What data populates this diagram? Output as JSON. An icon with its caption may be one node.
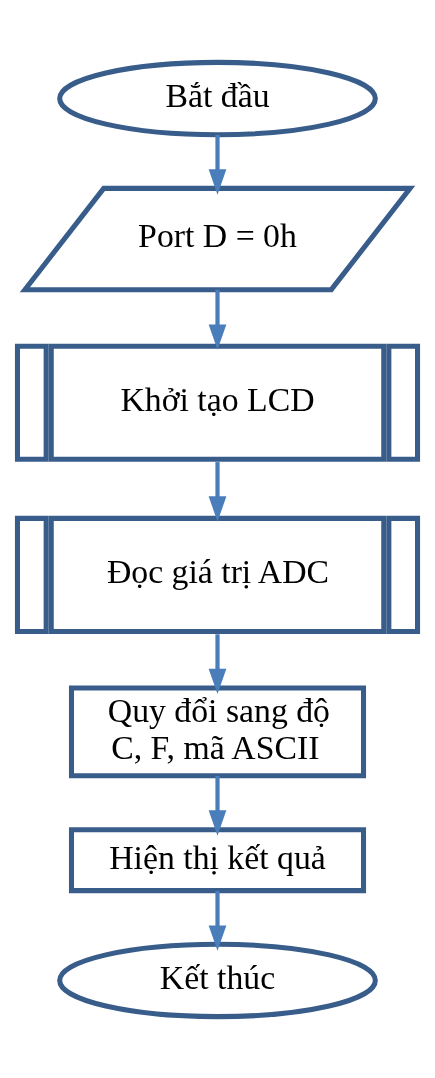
{
  "diagram": {
    "nodes": [
      {
        "text": [
          "Bắt đầu"
        ]
      },
      {
        "text": [
          "Port D = 0h"
        ]
      },
      {
        "text": [
          "Khởi tạo LCD"
        ]
      },
      {
        "text": [
          "Đọc giá trị ADC"
        ]
      },
      {
        "text": [
          "Quy đổi sang độ C, F, mã ASCII"
        ]
      },
      {
        "text": [
          "Hiện thị kết quả"
        ]
      },
      {
        "text": [
          "Kết thúc"
        ]
      }
    ],
    "edges": [
      {
        "from": 0,
        "to": 1,
        "arrow": "to"
      },
      {
        "from": 1,
        "to": 2,
        "arrow": "to"
      },
      {
        "from": 2,
        "to": 3,
        "arrow": "to"
      },
      {
        "from": 3,
        "to": 4,
        "arrow": "to"
      },
      {
        "from": 4,
        "to": 5,
        "arrow": "to"
      },
      {
        "from": 5,
        "to": 6,
        "arrow": "to"
      }
    ]
  }
}
